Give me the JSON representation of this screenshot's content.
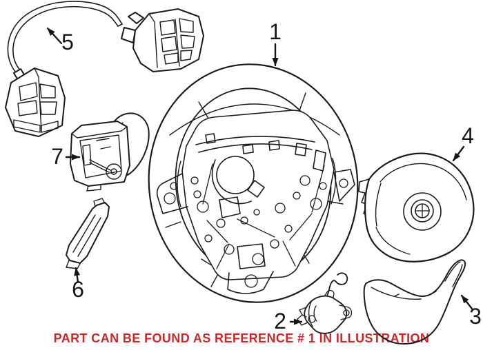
{
  "diagram": {
    "description": "Exploded line-art parts diagram of a steering wheel assembly",
    "background": "#ffffff",
    "line_color": "#1a1a1a",
    "note_color": "#cf2626",
    "callouts": [
      {
        "ref": "1",
        "part": "steering-wheel"
      },
      {
        "ref": "2",
        "part": "vibration-motor"
      },
      {
        "ref": "3",
        "part": "lower-trim-cover"
      },
      {
        "ref": "4",
        "part": "airbag-module"
      },
      {
        "ref": "5",
        "part": "switch-assembly-with-cable"
      },
      {
        "ref": "6",
        "part": "paddle-module"
      },
      {
        "ref": "7",
        "part": "paddle-switch"
      }
    ],
    "note": {
      "text": "PART CAN BE FOUND AS REFERENCE # 1 IN ILLUSTRATION"
    }
  }
}
